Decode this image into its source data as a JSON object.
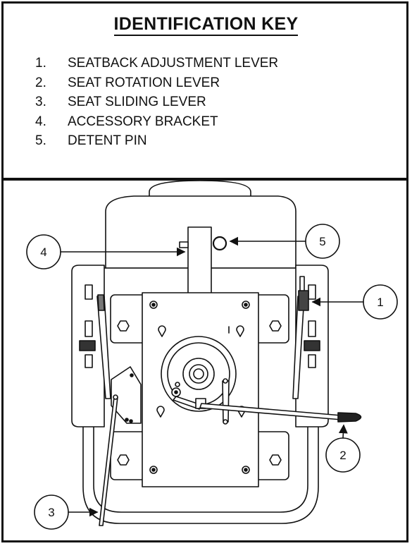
{
  "key": {
    "title": "IDENTIFICATION KEY",
    "items": [
      {
        "number": "1.",
        "label": "SEATBACK ADJUSTMENT LEVER"
      },
      {
        "number": "2.",
        "label": "SEAT ROTATION LEVER"
      },
      {
        "number": "3.",
        "label": "SEAT SLIDING LEVER"
      },
      {
        "number": "4.",
        "label": "ACCESSORY BRACKET"
      },
      {
        "number": "5.",
        "label": "DETENT PIN"
      }
    ]
  },
  "callouts": [
    "1",
    "2",
    "3",
    "4",
    "5"
  ],
  "colors": {
    "line": "#111111",
    "background": "#ffffff"
  }
}
